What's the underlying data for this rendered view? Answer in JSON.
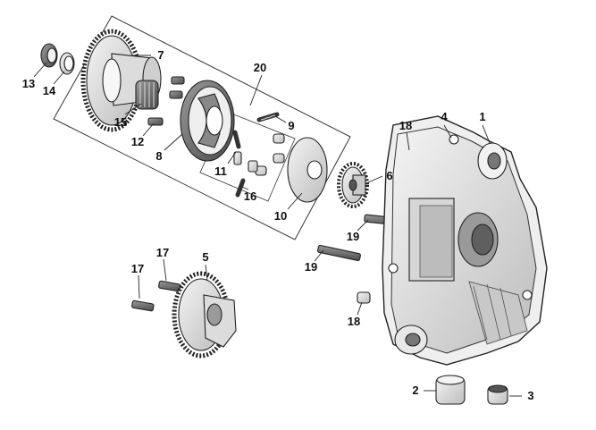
{
  "diagram": {
    "labels": {
      "p1": "1",
      "p2": "2",
      "p3": "3",
      "p4": "4",
      "p5": "5",
      "p6": "6",
      "p7": "7",
      "p8": "8",
      "p9": "9",
      "p10": "10",
      "p11": "11",
      "p12": "12",
      "p13": "13",
      "p14": "14",
      "p15": "15",
      "p16": "16",
      "p17a": "17",
      "p17b": "17",
      "p18a": "18",
      "p18b": "18",
      "p19a": "19",
      "p19b": "19",
      "p20": "20"
    },
    "colors": {
      "line": "#222222",
      "part_fill": "#e6e6e6",
      "dark": "#555555",
      "background": "#ffffff"
    }
  }
}
